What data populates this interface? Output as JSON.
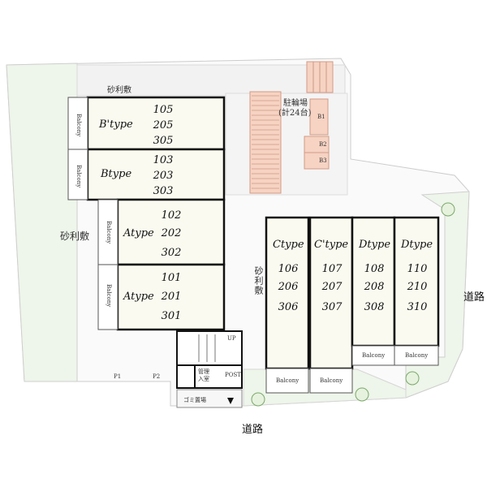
{
  "gravel": {
    "top": "砂利敷",
    "left": "砂利敷",
    "center": "砂利敷"
  },
  "bicycle": {
    "title": "駐輪場",
    "count": "(計24台)",
    "slots": [
      "B1",
      "B2",
      "B3"
    ]
  },
  "roads": {
    "east": "道路",
    "south": "道路"
  },
  "balcony_label": "Balcony",
  "west_units": [
    {
      "type": "B'type",
      "rooms": [
        "105",
        "205",
        "305"
      ]
    },
    {
      "type": "Btype",
      "rooms": [
        "103",
        "203",
        "303"
      ]
    },
    {
      "type": "Atype",
      "rooms": [
        "102",
        "202",
        "302"
      ]
    },
    {
      "type": "Atype",
      "rooms": [
        "101",
        "201",
        "301"
      ]
    }
  ],
  "east_units": [
    {
      "type": "Ctype",
      "rooms": [
        "106",
        "206",
        "306"
      ]
    },
    {
      "type": "C'type",
      "rooms": [
        "107",
        "207",
        "307"
      ]
    },
    {
      "type": "Dtype",
      "rooms": [
        "108",
        "208",
        "308"
      ]
    },
    {
      "type": "Dtype",
      "rooms": [
        "110",
        "210",
        "310"
      ]
    }
  ],
  "facilities": {
    "management": "管理\n入室",
    "post": "POST",
    "garbage": "ゴミ置場",
    "up": "UP",
    "parking": [
      "P1",
      "P2"
    ]
  }
}
